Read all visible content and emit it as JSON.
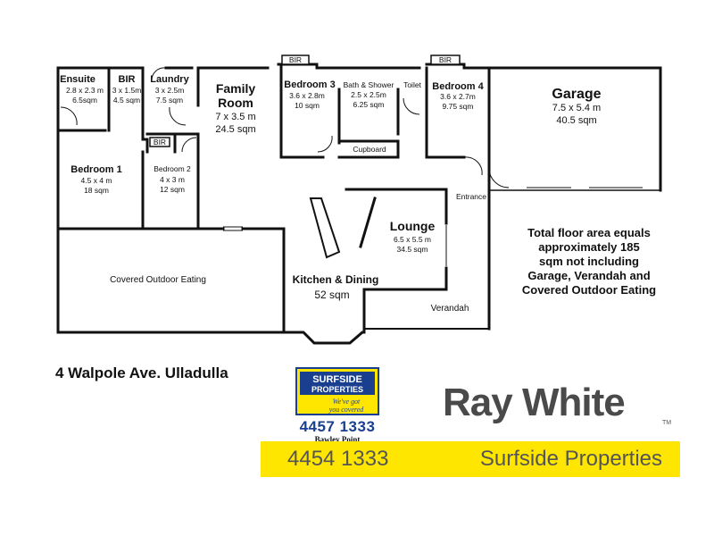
{
  "rooms": [
    {
      "id": "ensuite",
      "name": "Ensuite",
      "dims": "2.8 x 2.3 m",
      "area": "6.5sqm"
    },
    {
      "id": "bir1",
      "name": "BIR",
      "dims": "3 x 1.5m",
      "area": "4.5 sqm"
    },
    {
      "id": "laundry",
      "name": "Laundry",
      "dims": "3 x 2.5m",
      "area": "7.5 sqm"
    },
    {
      "id": "family",
      "name": "Family",
      "name2": "Room",
      "dims": "7 x 3.5 m",
      "area": "24.5 sqm"
    },
    {
      "id": "bed3",
      "name": "Bedroom 3",
      "dims": "3.6 x 2.8m",
      "area": "10 sqm"
    },
    {
      "id": "bath",
      "name": "Bath & Shower",
      "dims": "2.5 x 2.5m",
      "area": "6.25 sqm"
    },
    {
      "id": "toilet",
      "name": "Toilet"
    },
    {
      "id": "bed4",
      "name": "Bedroom 4",
      "dims": "3.6 x 2.7m",
      "area": "9.75 sqm"
    },
    {
      "id": "garage",
      "name": "Garage",
      "dims": "7.5 x 5.4 m",
      "area": "40.5 sqm"
    },
    {
      "id": "bed1",
      "name": "Bedroom 1",
      "dims": "4.5 x 4 m",
      "area": "18 sqm"
    },
    {
      "id": "bed2",
      "name": "Bedroom 2",
      "dims": "4 x 3 m",
      "area": "12 sqm"
    },
    {
      "id": "lounge",
      "name": "Lounge",
      "dims": "6.5 x 5.5 m",
      "area": "34.5 sqm"
    },
    {
      "id": "kitchen",
      "name": "Kitchen & Dining",
      "area": "52 sqm"
    },
    {
      "id": "outdoor",
      "name": "Covered Outdoor Eating"
    },
    {
      "id": "verandah",
      "name": "Verandah"
    },
    {
      "id": "entrance",
      "name": "Entrance"
    },
    {
      "id": "cupboard",
      "name": "Cupboard"
    }
  ],
  "bir_labels": {
    "bed3": "BIR",
    "bed4": "BIR",
    "bed2": "BIR"
  },
  "note": [
    "Total floor area equals",
    "approximately 185",
    "sqm not including",
    "Garage, Verandah and",
    "Covered Outdoor Eating"
  ],
  "address": "4 Walpole Ave. Ulladulla",
  "badge": {
    "brand1": "SURFSIDE",
    "brand2": "PROPERTIES",
    "slogan1": "We've got",
    "slogan2": "you covered",
    "phone": "4457 1333",
    "place": "Bawley Point"
  },
  "brand": {
    "name": "Ray White",
    "tm": "TM"
  },
  "bar": {
    "phone": "4454 1333",
    "name": "Surfside Properties"
  },
  "colors": {
    "accent_yellow": "#ffe600",
    "brand_grey": "#4a4a4a",
    "badge_blue": "#1b3f8f"
  }
}
